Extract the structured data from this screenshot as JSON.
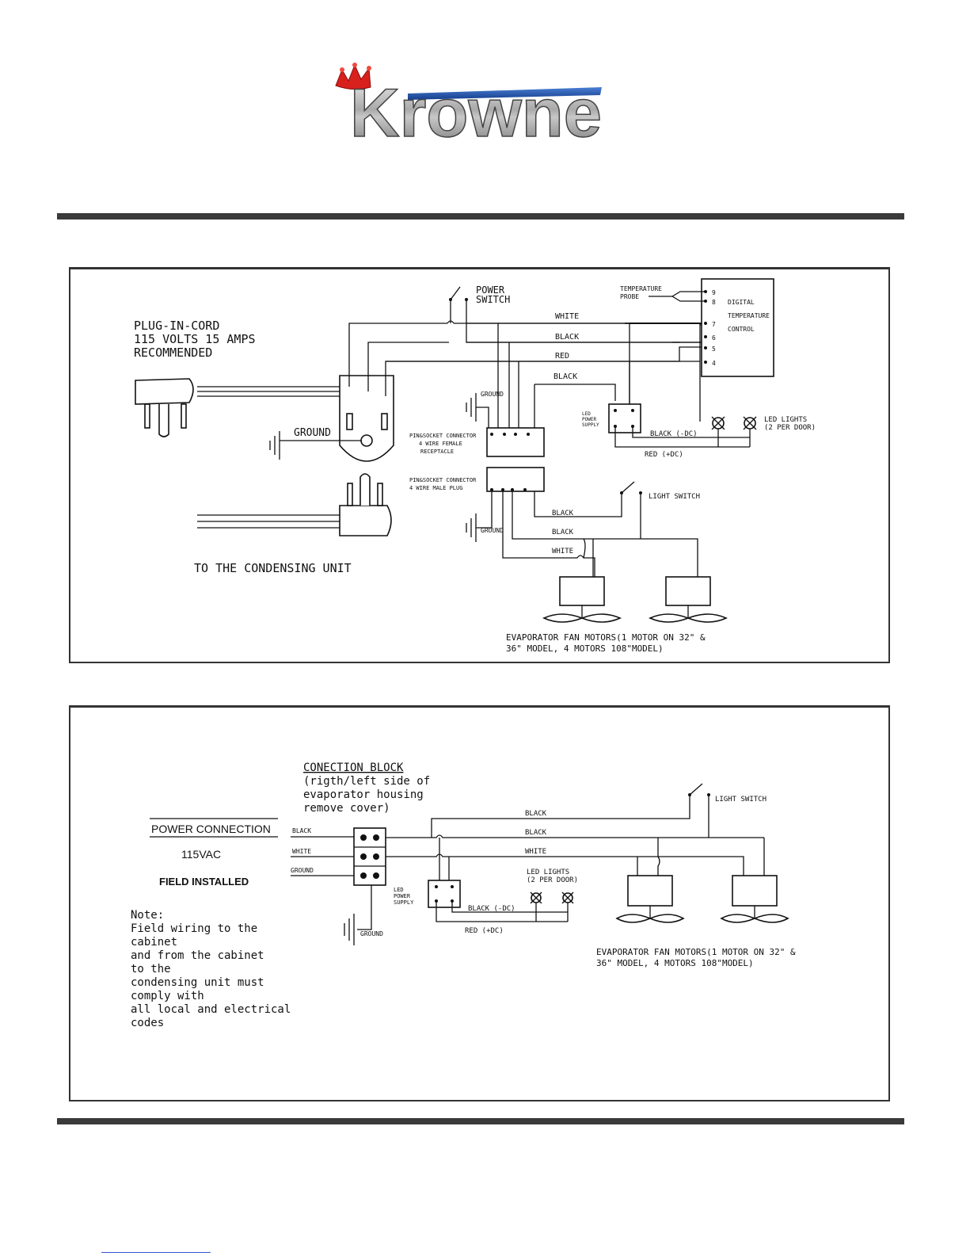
{
  "logo": {
    "text": "Krowne"
  },
  "diagram1": {
    "plug_title": [
      "PLUG-IN-CORD",
      "115 VOLTS 15 AMPS",
      "RECOMMENDED"
    ],
    "ground_plug": "GROUND",
    "to_condensing": "TO THE CONDENSING UNIT",
    "power_switch": [
      "POWER",
      "SWITCH"
    ],
    "wire_white": "WHITE",
    "wire_black": "BLACK",
    "wire_red": "RED",
    "wire_black2": "BLACK",
    "temp_probe": [
      "TEMPERATURE",
      "PROBE"
    ],
    "dtc": [
      "DIGITAL",
      "TEMPERATURE",
      "CONTROL"
    ],
    "terminals": [
      "9",
      "8",
      "7",
      "6",
      "5",
      "4"
    ],
    "ground_top": "GROUND",
    "female_conn": [
      "PIN&SOCKET CONNECTOR",
      "4 WIRE FEMALE",
      "RECEPTACLE"
    ],
    "led_supply": [
      "LED",
      "POWER",
      "SUPPLY"
    ],
    "black_dc": "BLACK (-DC)",
    "red_dc": "RED (+DC)",
    "led_lights": [
      "LED LIGHTS",
      "(2 PER DOOR)"
    ],
    "male_conn": [
      "PIN&SOCKET CONNECTOR",
      "4 WIRE MALE PLUG"
    ],
    "ground_bottom": "GROUND",
    "light_switch": "LIGHT SWITCH",
    "wire_black3": "BLACK",
    "wire_black4": "BLACK",
    "wire_white2": "WHITE",
    "fan_motors": [
      "EVAPORATOR FAN MOTORS(1 MOTOR ON 32\" &",
      "36\" MODEL, 4 MOTORS 108\"MODEL)"
    ]
  },
  "diagram2": {
    "block_title": "CONECTION BLOCK",
    "block_sub": [
      "(rigth/left side of",
      "evaporator housing",
      "remove cover)"
    ],
    "power_connection": "POWER CONNECTION",
    "vac": "115VAC",
    "field": "FIELD INSTALLED",
    "in_black": "BLACK",
    "in_white": "WHITE",
    "in_ground": "GROUND",
    "ground": "GROUND",
    "note": [
      "Note:",
      " Field wiring to the",
      "cabinet",
      " and from the cabinet",
      "to the",
      "condensing unit must",
      "comply with",
      "all local and electrical",
      "codes"
    ],
    "led_supply": [
      "LED",
      "POWER",
      "SUPPLY"
    ],
    "led_lights": [
      "LED LIGHTS",
      "(2 PER DOOR)"
    ],
    "black_dc": "BLACK (-DC)",
    "red_dc": "RED (+DC)",
    "wire_black_top": "BLACK",
    "wire_black_mid": "BLACK",
    "wire_white": "WHITE",
    "light_switch": "LIGHT SWITCH",
    "fan_motors": [
      "EVAPORATOR FAN MOTORS(1 MOTOR ON 32\" &",
      "36\" MODEL, 4 MOTORS 108\"MODEL)"
    ]
  }
}
